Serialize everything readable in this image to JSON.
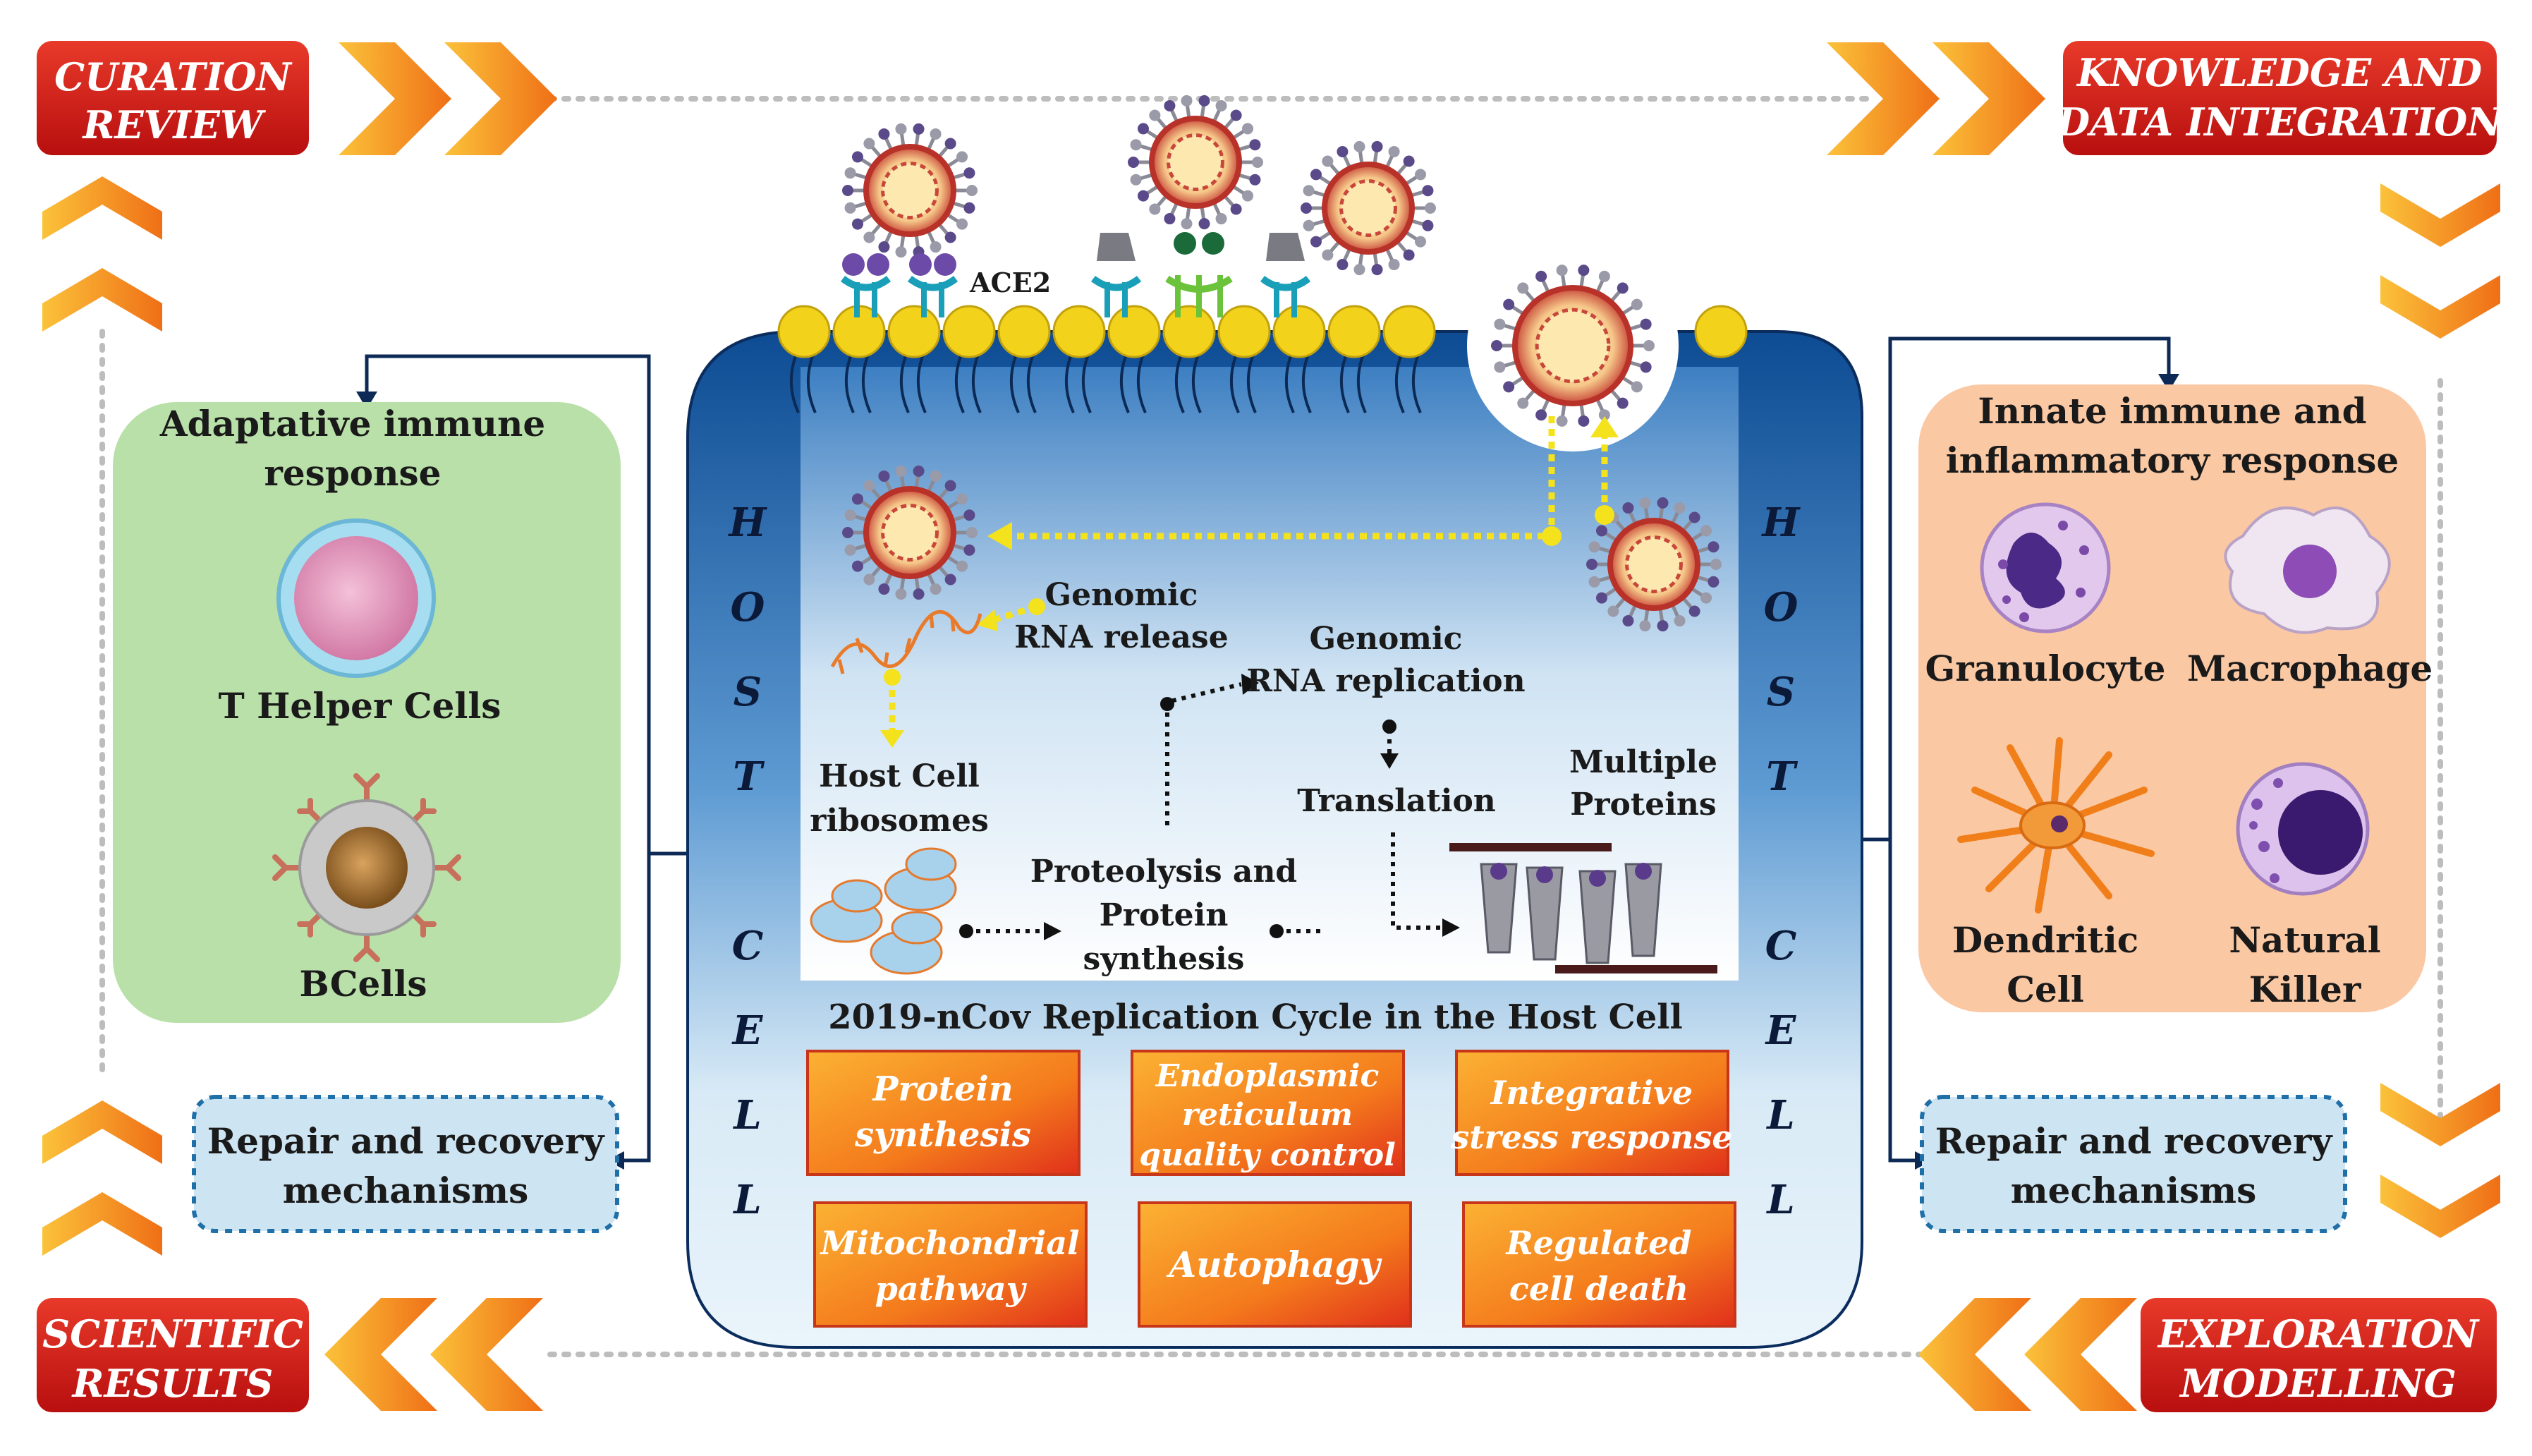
{
  "corners": {
    "top_left": [
      "CURATION",
      "REVIEW"
    ],
    "top_right": [
      "KNOWLEDGE AND",
      "DATA INTEGRATION"
    ],
    "bottom_left": [
      "SCIENTIFIC",
      "RESULTS"
    ],
    "bottom_right": [
      "EXPLORATION",
      "MODELLING"
    ]
  },
  "left_panel": {
    "title": [
      "Adaptative immune",
      "response"
    ],
    "cells": [
      "T Helper Cells",
      "BCells"
    ],
    "repair": [
      "Repair and recovery",
      "mechanisms"
    ]
  },
  "right_panel": {
    "title": [
      "Innate immune and",
      "inflammatory response"
    ],
    "cells": [
      "Granulocyte",
      "Macrophage",
      [
        "Dendritic",
        "Cell"
      ],
      [
        "Natural",
        "Killer"
      ]
    ],
    "repair": [
      "Repair and recovery",
      "mechanisms"
    ]
  },
  "host_cell": {
    "side_letters": [
      "H",
      "O",
      "S",
      "T",
      "C",
      "E",
      "L",
      "L"
    ],
    "receptor_label": "ACE2",
    "steps": {
      "genomic_release": [
        "Genomic",
        "RNA release"
      ],
      "genomic_replication": [
        "Genomic",
        "RNA replication"
      ],
      "ribosomes": [
        "Host Cell",
        "ribosomes"
      ],
      "translation": "Translation",
      "multiple_proteins": [
        "Multiple",
        "Proteins"
      ],
      "proteolysis": [
        "Proteolysis and",
        "Protein",
        "synthesis"
      ]
    },
    "cycle_title": "2019-nCov Replication Cycle in the Host Cell",
    "mechanisms": [
      [
        "Protein",
        "synthesis"
      ],
      [
        "Endoplasmic",
        "reticulum",
        "quality control"
      ],
      [
        "Integrative",
        "stress response"
      ],
      [
        "Mitochondrial",
        "pathway"
      ],
      [
        "Autophagy"
      ],
      [
        "Regulated",
        "cell death"
      ]
    ]
  },
  "colors": {
    "corner_red": "#d41a1a",
    "chevron_orange": "#f39a1a",
    "green_panel": "#b8e0a8",
    "peach_panel": "#fbc8a4",
    "repair_blue": "#cde4f2",
    "cell_blue_dark": "#0e4c92",
    "mech_orange": "#f7811e",
    "lipid_yellow": "#f2d21b"
  }
}
